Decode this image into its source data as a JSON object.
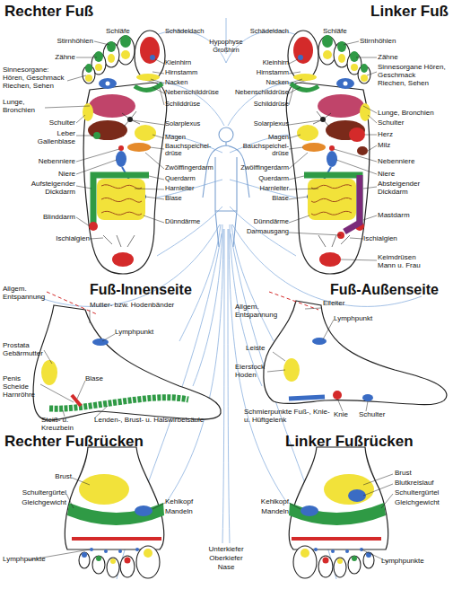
{
  "diagram": {
    "labels": [
      "Rechter Fuß",
      "Linker Fuß",
      "Schläfe",
      "Schädeldach",
      "Stirnhöhlen",
      "Zähne",
      "Sinnesorgane: Hören, Geschmack Riechen, Sehen",
      "Lunge, Bronchien",
      "Schulter",
      "Leber Gallenblase",
      "Nebenniere",
      "Niere",
      "Aufsteigender Dickdarm",
      "Blinddarm",
      "Ischialgien",
      "Hypophyse",
      "Großhirn",
      "Kleinhirn",
      "Hirnstamm",
      "Nacken",
      "Nebenschilddrüse",
      "Schilddrüse",
      "Solarplexus",
      "Magen",
      "Bauchspeichel- drüse",
      "Zwölffingerdarm",
      "Querdarm",
      "Harnleiter",
      "Blase",
      "Dünndärme",
      "Schädeldach",
      "Kleinhirn",
      "Hirnstamm",
      "Nacken",
      "Nebenschilddrüse",
      "Schilddrüse",
      "Solarplexus",
      "Magen",
      "Bauchspeichel- drüse",
      "Zwölffingerdarm",
      "Querdarm",
      "Harnleiter",
      "Blase",
      "Dünndärme",
      "Darmausgang",
      "Schläfe",
      "Stirnhöhlen",
      "Zähne",
      "Sinnesorgane Hören, Geschmack Riechen, Sehen",
      "Lunge, Bronchien",
      "Schulter",
      "Herz",
      "Milz",
      "Nebenniere",
      "Niere",
      "Absteigender Dickdarm",
      "Mastdarm",
      "Ischialgien",
      "Keimdrüsen Mann u. Frau",
      "Fuß-Innenseite",
      "Allgem. Entspannung",
      "Mutter- bzw. Hodenbänder",
      "Lymphpunkt",
      "Prostata Gebärmutter",
      "Penis Scheide Harnröhre",
      "Blase",
      "Steiß- u. Kreuzbein",
      "Lenden-, Brust- u. Halswirbelsäule",
      "Fuß-Außenseite",
      "Allgem. Entspannung",
      "Eileiter",
      "Lymphpunkt",
      "Leiste",
      "Eierstock Hoden",
      "Schmierpunkte Fuß-, Knie- u. Hüftgelenk",
      "Knie",
      "Schulter",
      "Rechter Fußrücken",
      "Linker Fußrücken",
      "Brust",
      "Schultergürtel",
      "Gleichgewicht",
      "Kehlkopf",
      "Mandeln",
      "Lymphpunkte",
      "Kehlkopf",
      "Mandeln",
      "Brust",
      "Blutkreislauf",
      "Schultergürtel",
      "Gleichgewicht",
      "Lymphpunkte",
      "Unterkiefer",
      "Oberkiefer",
      "Nase"
    ]
  }
}
